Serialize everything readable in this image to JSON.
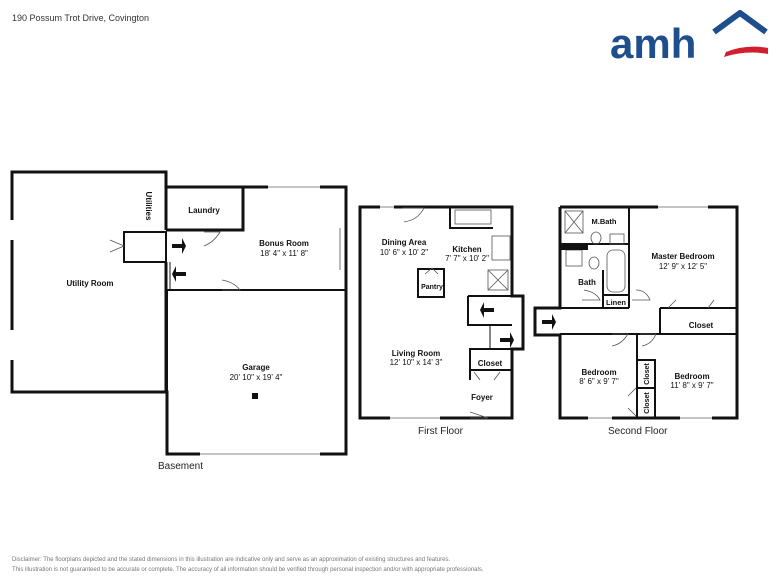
{
  "header": {
    "address": "190 Possum Trot Drive, Covington",
    "logo_text": "amh"
  },
  "floors": {
    "basement": {
      "label": "Basement",
      "rooms": {
        "utility_room": {
          "name": "Utility Room"
        },
        "utilities": {
          "name": "Utilities"
        },
        "laundry": {
          "name": "Laundry"
        },
        "bonus_room": {
          "name": "Bonus Room",
          "dims": "18' 4\" x 11' 8\""
        },
        "garage": {
          "name": "Garage",
          "dims": "20' 10\" x 19' 4\""
        }
      }
    },
    "first": {
      "label": "First Floor",
      "rooms": {
        "dining": {
          "name": "Dining Area",
          "dims": "10' 6\" x 10' 2\""
        },
        "kitchen": {
          "name": "Kitchen",
          "dims": "7' 7\" x 10' 2\""
        },
        "pantry": {
          "name": "Pantry"
        },
        "living": {
          "name": "Living Room",
          "dims": "12' 10\" x 14' 3\""
        },
        "closet": {
          "name": "Closet"
        },
        "foyer": {
          "name": "Foyer"
        }
      }
    },
    "second": {
      "label": "Second Floor",
      "rooms": {
        "mbath": {
          "name": "M.Bath"
        },
        "master": {
          "name": "Master Bedroom",
          "dims": "12' 9\" x 12' 5\""
        },
        "bath": {
          "name": "Bath"
        },
        "linen": {
          "name": "Linen"
        },
        "master_closet": {
          "name": "Closet"
        },
        "bedroom1": {
          "name": "Bedroom",
          "dims": "8' 6\" x 9' 7\""
        },
        "bedroom2": {
          "name": "Bedroom",
          "dims": "11' 8\" x 9' 7\""
        },
        "closet_a": {
          "name": "Closet"
        },
        "closet_b": {
          "name": "Closet"
        }
      }
    }
  },
  "footer": {
    "line1": "Disclaimer: The floorplans depicted and the stated dimensions in this illustration are indicative only and serve as an approximation of existing structures and features.",
    "line2": "This illustration is not guaranteed to be accurate or complete. The accuracy of all information should be verified through personal inspection and/or with appropriate professionals."
  },
  "colors": {
    "brand_blue": "#1f4e8c",
    "brand_red": "#d0202e",
    "wall": "#111111"
  }
}
